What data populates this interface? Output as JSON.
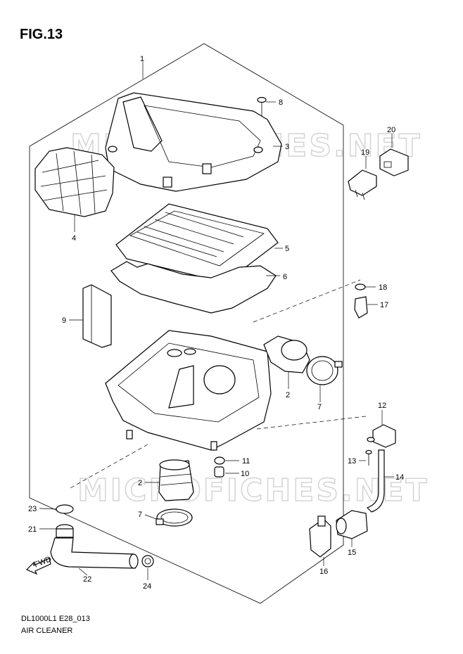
{
  "figure": {
    "title": "FIG.13",
    "code": "DL1000L1 E28_013",
    "name": "AIR CLEANER"
  },
  "watermark": "MICROFICHES.NET",
  "callouts": [
    "1",
    "3",
    "8",
    "4",
    "5",
    "6",
    "9",
    "2",
    "7",
    "11",
    "10",
    "2",
    "7",
    "23",
    "21",
    "22",
    "24",
    "20",
    "19",
    "18",
    "17",
    "12",
    "13",
    "14",
    "15",
    "16"
  ],
  "fwd_label": "FWD"
}
